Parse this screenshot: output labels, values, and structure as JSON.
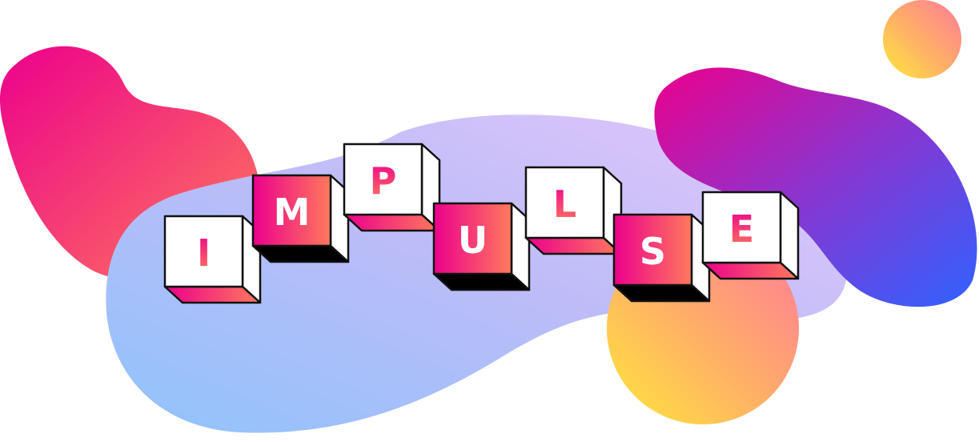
{
  "logo": {
    "word": "IMPULSE",
    "letters": [
      {
        "char": "I",
        "style": "white"
      },
      {
        "char": "M",
        "style": "pink"
      },
      {
        "char": "P",
        "style": "white"
      },
      {
        "char": "U",
        "style": "pink"
      },
      {
        "char": "L",
        "style": "white"
      },
      {
        "char": "S",
        "style": "pink"
      },
      {
        "char": "E",
        "style": "white"
      }
    ]
  },
  "colors": {
    "pink": "#ec008c",
    "coral": "#ff7a5c",
    "yellow": "#ffe040",
    "blue": "#8fc3fb",
    "lavender": "#e0c8fb",
    "indigo": "#3a5cff",
    "outline": "#111111"
  }
}
